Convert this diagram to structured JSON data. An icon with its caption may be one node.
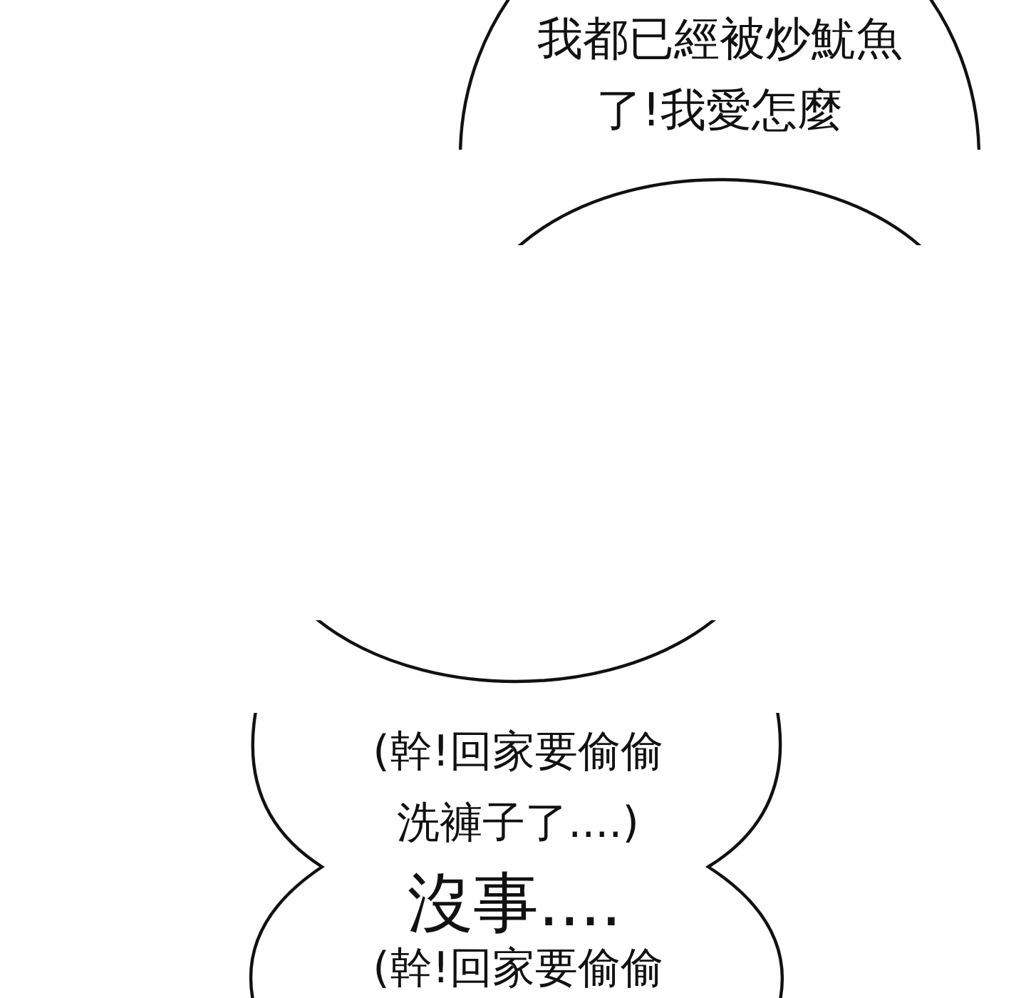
{
  "diagram": {
    "nodes": [
      {
        "text": [
          "我都已經被炒魷魚了!我愛怎麼"
        ]
      },
      {
        "text": [],
        "shape": "ellipse"
      },
      {
        "text": [],
        "shape": "ellipse"
      },
      {
        "text": [
          "(幹!回家要偷偷洗褲子了....)",
          "沒事....",
          "(幹!回家要偷偷"
        ]
      }
    ]
  }
}
